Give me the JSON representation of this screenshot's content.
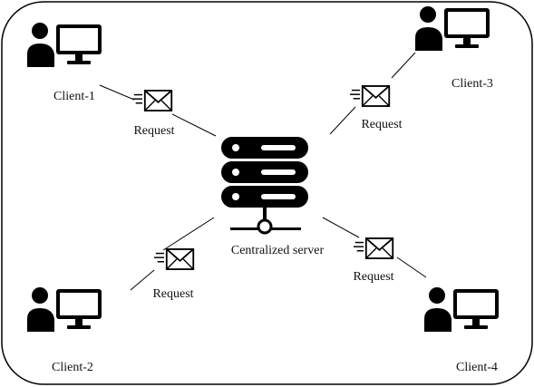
{
  "server": {
    "label": "Centralized server"
  },
  "clients": [
    {
      "label": "Client-1"
    },
    {
      "label": "Client-2"
    },
    {
      "label": "Client-3"
    },
    {
      "label": "Client-4"
    }
  ],
  "requests": [
    {
      "label": "Request"
    },
    {
      "label": "Request"
    },
    {
      "label": "Request"
    },
    {
      "label": "Request"
    }
  ]
}
